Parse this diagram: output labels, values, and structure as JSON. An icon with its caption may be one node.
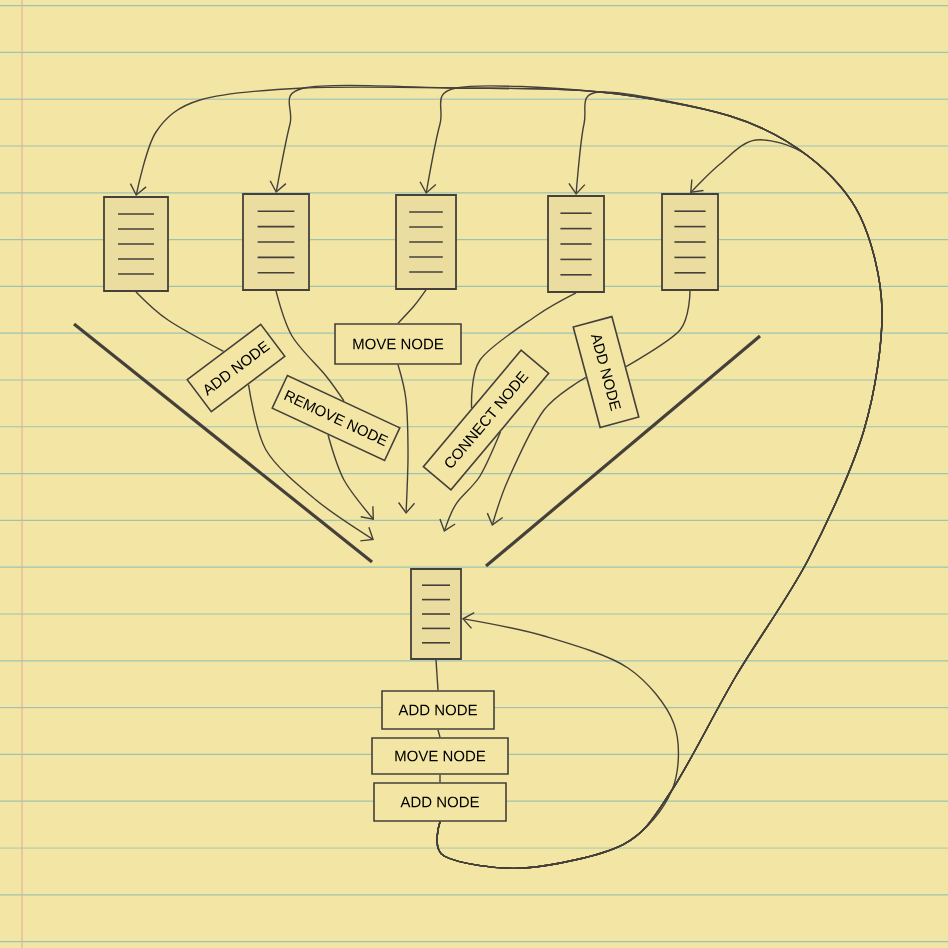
{
  "diagram": {
    "nodes": [
      {
        "text": [],
        "shape": "document"
      },
      {
        "text": [],
        "shape": "document"
      },
      {
        "text": [],
        "shape": "document"
      },
      {
        "text": [],
        "shape": "document"
      },
      {
        "text": [],
        "shape": "document"
      },
      {
        "text": [
          "ADD NODE"
        ]
      },
      {
        "text": [
          "REMOVE NODE"
        ]
      },
      {
        "text": [
          "MOVE NODE"
        ]
      },
      {
        "text": [
          "CONNECT NODE"
        ]
      },
      {
        "text": [
          "ADD NODE"
        ]
      },
      {
        "text": [],
        "shape": "document"
      },
      {
        "text": [
          "ADD NODE"
        ]
      },
      {
        "text": [
          "MOVE NODE"
        ]
      },
      {
        "text": [
          "ADD NODE"
        ]
      }
    ],
    "edges": [
      {
        "from": 0,
        "to": 5,
        "arrow": "none"
      },
      {
        "from": 5,
        "to": null,
        "arrow": "to"
      },
      {
        "from": 1,
        "to": 6,
        "arrow": "none"
      },
      {
        "from": 6,
        "to": null,
        "arrow": "to"
      },
      {
        "from": 2,
        "to": 7,
        "arrow": "none"
      },
      {
        "from": 7,
        "to": null,
        "arrow": "to"
      },
      {
        "from": 3,
        "to": 8,
        "arrow": "none"
      },
      {
        "from": 8,
        "to": null,
        "arrow": "to"
      },
      {
        "from": 4,
        "to": 9,
        "arrow": "none"
      },
      {
        "from": 9,
        "to": null,
        "arrow": "to"
      },
      {
        "from": 10,
        "to": 11,
        "arrow": "none"
      },
      {
        "from": 11,
        "to": 12,
        "arrow": "none"
      },
      {
        "from": 12,
        "to": 13,
        "arrow": "none"
      },
      {
        "from": 13,
        "to": 10,
        "arrow": "to"
      },
      {
        "from": 13,
        "to": 0,
        "arrow": "to"
      },
      {
        "from": 13,
        "to": 1,
        "arrow": "to"
      },
      {
        "from": 13,
        "to": 2,
        "arrow": "to"
      },
      {
        "from": 13,
        "to": 3,
        "arrow": "to"
      },
      {
        "from": 13,
        "to": 4,
        "arrow": "to"
      }
    ]
  }
}
